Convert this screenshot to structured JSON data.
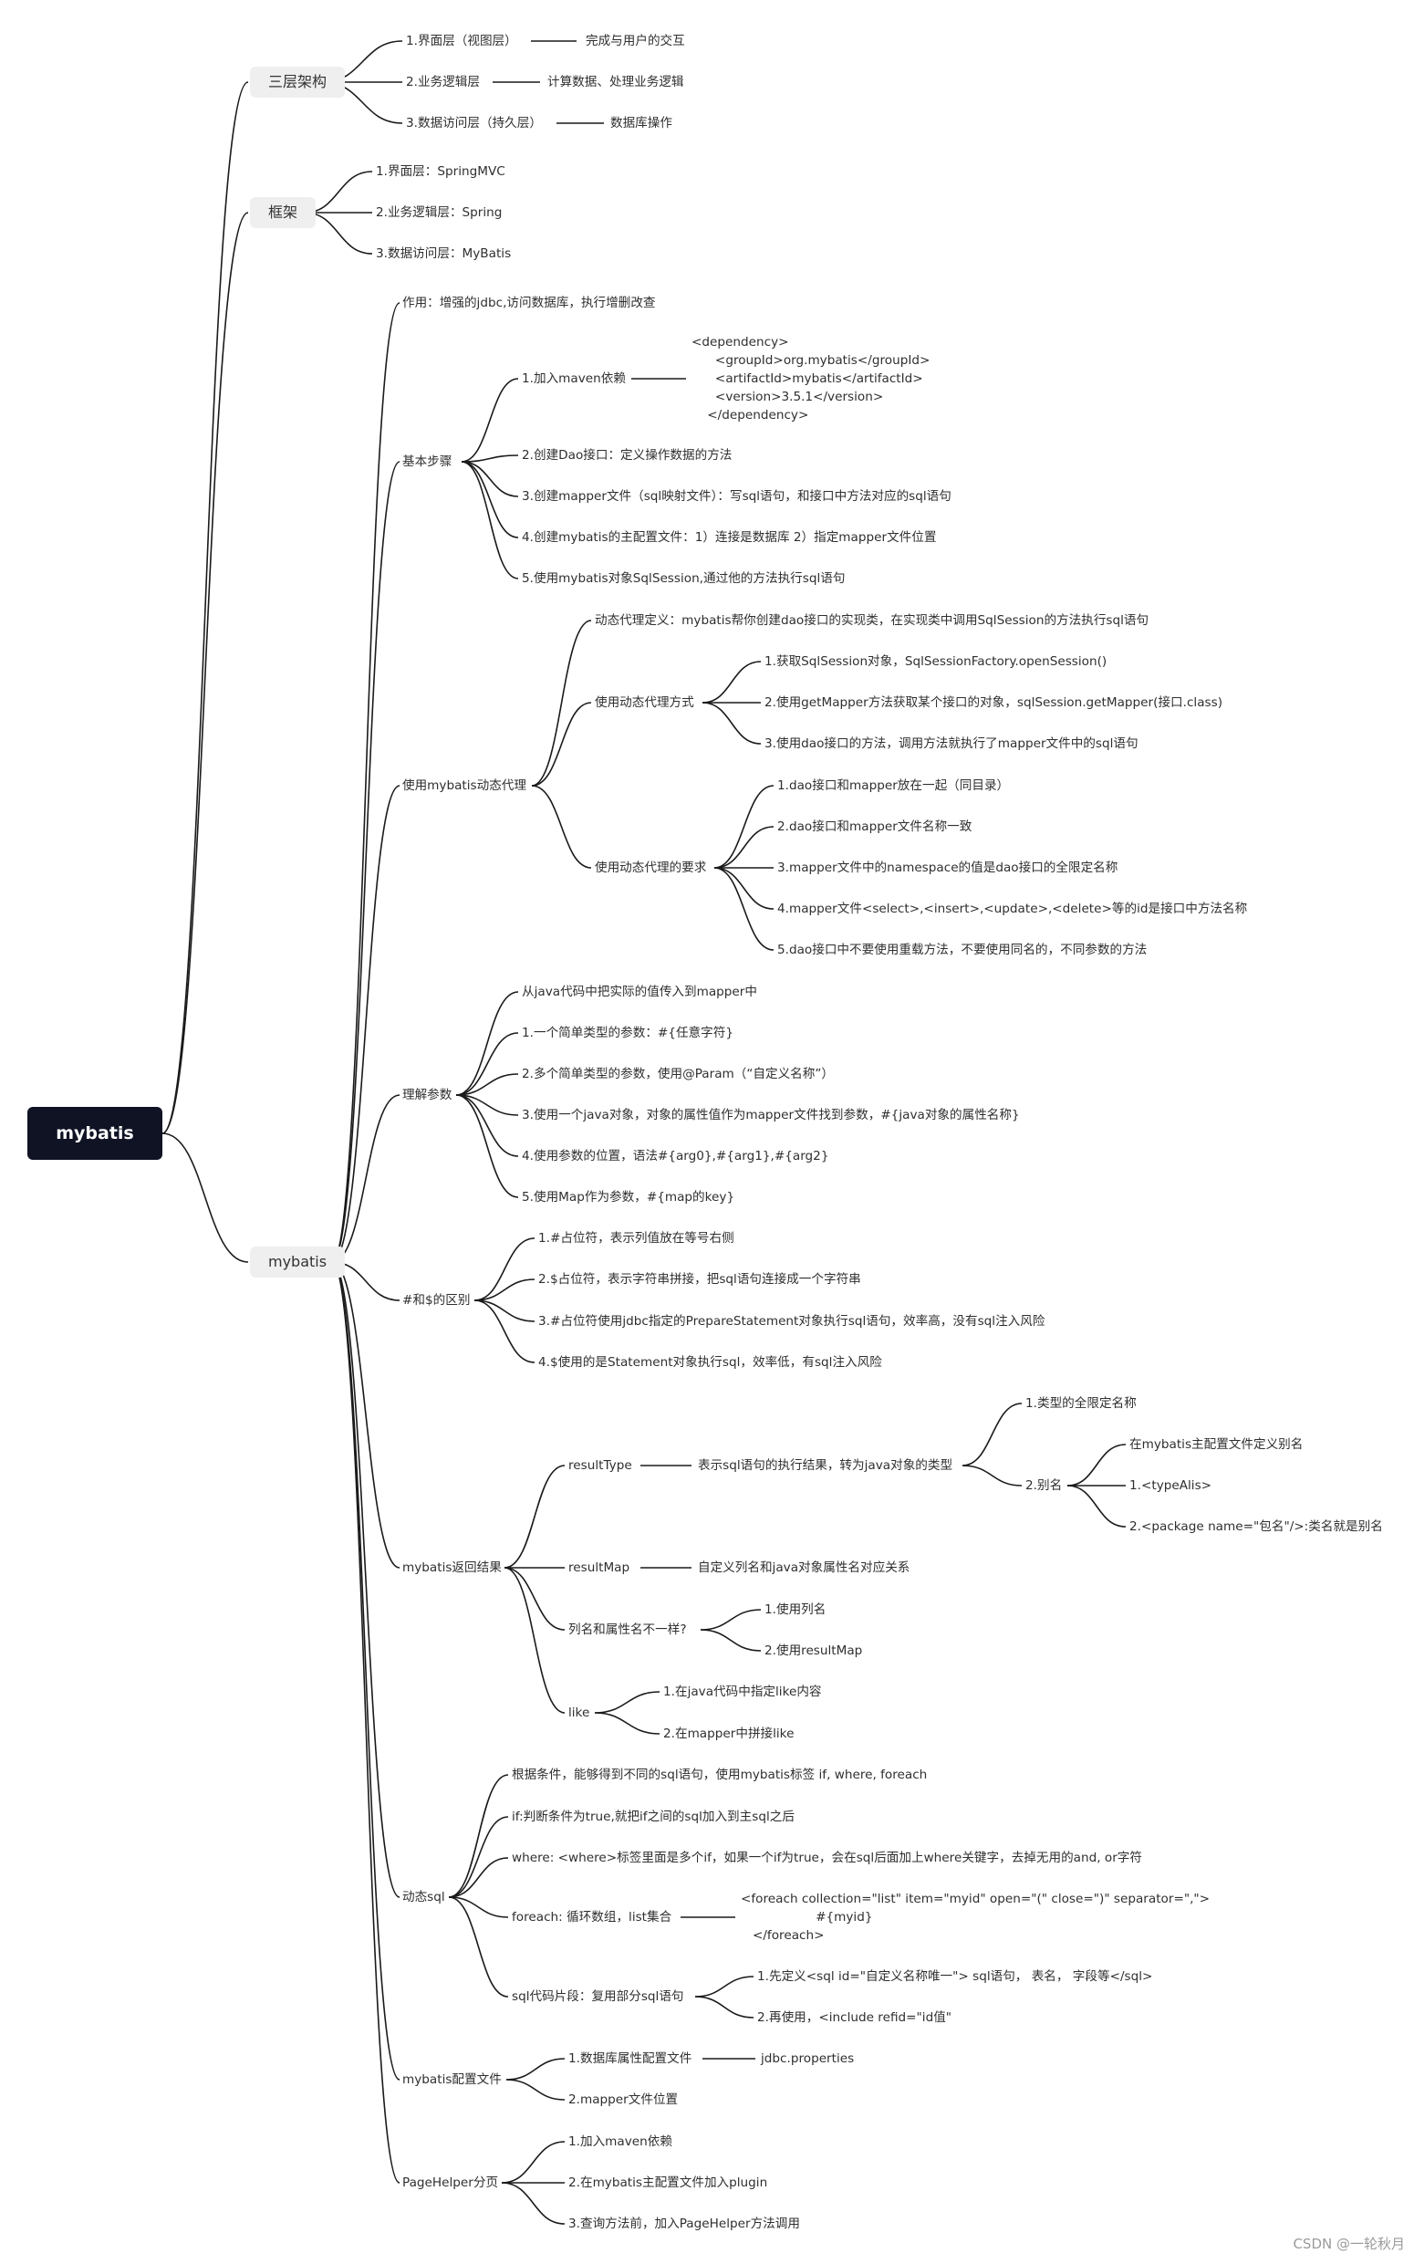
{
  "root": "mybatis",
  "watermark": "CSDN @一轮秋月",
  "three_tier": {
    "label": "三层架构",
    "items": [
      {
        "label": "1.界面层（视图层）",
        "note": "完成与用户的交互"
      },
      {
        "label": "2.业务逻辑层",
        "note": "计算数据、处理业务逻辑"
      },
      {
        "label": "3.数据访问层（持久层）",
        "note": "数据库操作"
      }
    ]
  },
  "framework": {
    "label": "框架",
    "items": [
      "1.界面层：SpringMVC",
      "2.业务逻辑层：Spring",
      "3.数据访问层：MyBatis"
    ]
  },
  "mybatis": {
    "label": "mybatis",
    "purpose": "作用：增强的jdbc,访问数据库，执行增删改查",
    "basic_steps": {
      "label": "基本步骤",
      "maven": "1.加入maven依赖",
      "maven_code": "<dependency>\n      <groupId>org.mybatis</groupId>\n      <artifactId>mybatis</artifactId>\n      <version>3.5.1</version>\n    </dependency>",
      "steps": [
        "2.创建Dao接口：定义操作数据的方法",
        "3.创建mapper文件（sql映射文件）：写sql语句，和接口中方法对应的sql语句",
        "4.创建mybatis的主配置文件：1）连接是数据库 2）指定mapper文件位置",
        "5.使用mybatis对象SqlSession,通过他的方法执行sql语句"
      ]
    },
    "dynamic_proxy": {
      "label": "使用mybatis动态代理",
      "definition": "动态代理定义：mybatis帮你创建dao接口的实现类，在实现类中调用SqlSession的方法执行sql语句",
      "usage": {
        "label": "使用动态代理方式",
        "items": [
          "1.获取SqlSession对象，SqlSessionFactory.openSession()",
          "2.使用getMapper方法获取某个接口的对象，sqlSession.getMapper(接口.class)",
          "3.使用dao接口的方法，调用方法就执行了mapper文件中的sql语句"
        ]
      },
      "requirements": {
        "label": "使用动态代理的要求",
        "items": [
          "1.dao接口和mapper放在一起（同目录）",
          "2.dao接口和mapper文件名称一致",
          "3.mapper文件中的namespace的值是dao接口的全限定名称",
          "4.mapper文件<select>,<insert>,<update>,<delete>等的id是接口中方法名称",
          "5.dao接口中不要使用重载方法，不要使用同名的，不同参数的方法"
        ]
      }
    },
    "params": {
      "label": "理解参数",
      "items": [
        "从java代码中把实际的值传入到mapper中",
        "1.一个简单类型的参数：#{任意字符}",
        "2.多个简单类型的参数，使用@Param（“自定义名称”）",
        "3.使用一个java对象，对象的属性值作为mapper文件找到参数，#{java对象的属性名称}",
        "4.使用参数的位置，语法#{arg0},#{arg1},#{arg2}",
        "5.使用Map作为参数，#{map的key}"
      ]
    },
    "hash_dollar": {
      "label": "#和$的区别",
      "items": [
        "1.#占位符，表示列值放在等号右侧",
        "2.$占位符，表示字符串拼接，把sql语句连接成一个字符串",
        "3.#占位符使用jdbc指定的PrepareStatement对象执行sql语句，效率高，没有sql注入风险",
        "4.$使用的是Statement对象执行sql，效率低，有sql注入风险"
      ]
    },
    "results": {
      "label": "mybatis返回结果",
      "result_type": {
        "label": "resultType",
        "note": "表示sql语句的执行结果，转为java对象的类型",
        "qualified": "1.类型的全限定名称",
        "alias": {
          "label": "2.别名",
          "items": [
            "在mybatis主配置文件定义别名",
            "1.<typeAlis>",
            "2.<package name=\"包名\"/>:类名就是别名"
          ]
        }
      },
      "result_map": {
        "label": "resultMap",
        "note": "自定义列名和java对象属性名对应关系"
      },
      "mismatch": {
        "label": "列名和属性名不一样?",
        "items": [
          "1.使用列名",
          "2.使用resultMap"
        ]
      },
      "like": {
        "label": "like",
        "items": [
          "1.在java代码中指定like内容",
          "2.在mapper中拼接like"
        ]
      }
    },
    "dynamic_sql": {
      "label": "动态sql",
      "items": [
        "根据条件，能够得到不同的sql语句，使用mybatis标签 if, where, foreach",
        "if:判断条件为true,就把if之间的sql加入到主sql之后",
        "where: <where>标签里面是多个if，如果一个if为true，会在sql后面加上where关键字，去掉无用的and, or字符"
      ],
      "foreach": {
        "label": "foreach: 循环数组，list集合",
        "code": "<foreach collection=\"list\" item=\"myid\" open=\"(\" close=\")\" separator=\",\">\n                   #{myid}\n   </foreach>"
      },
      "fragment": {
        "label": "sql代码片段：复用部分sql语句",
        "items": [
          "1.先定义<sql id=\"自定义名称唯一\"> sql语句， 表名， 字段等</sql>",
          "2.再使用，<include refid=\"id值\""
        ]
      }
    },
    "config": {
      "label": "mybatis配置文件",
      "db_props": "1.数据库属性配置文件",
      "db_props_note": "jdbc.properties",
      "mapper_loc": "2.mapper文件位置"
    },
    "pagehelper": {
      "label": "PageHelper分页",
      "items": [
        "1.加入maven依赖",
        "2.在mybatis主配置文件加入plugin",
        "3.查询方法前，加入PageHelper方法调用"
      ]
    }
  }
}
